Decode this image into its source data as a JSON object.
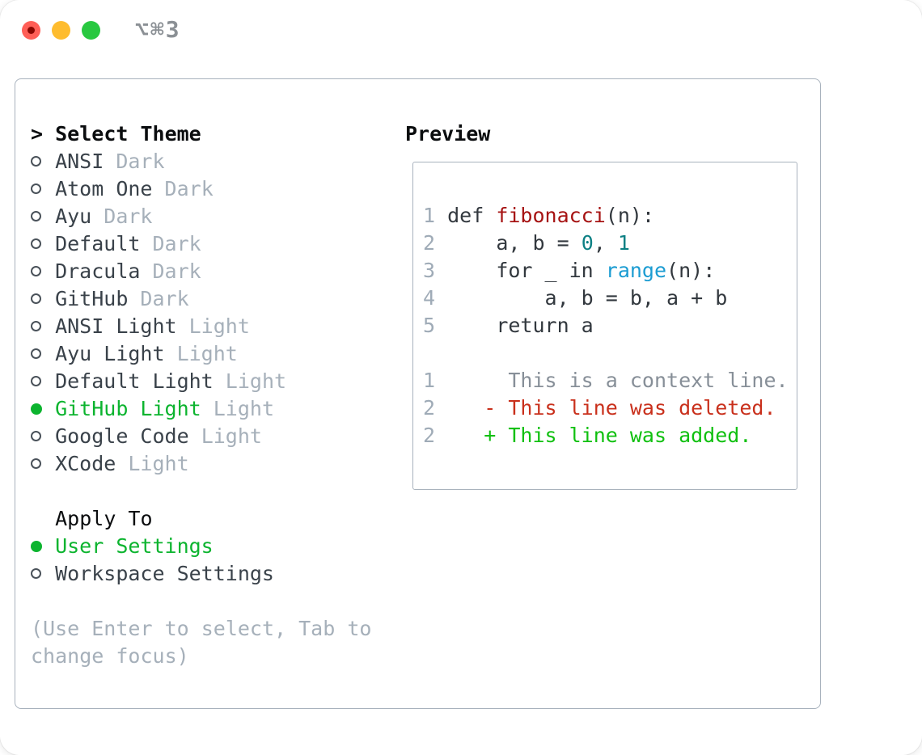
{
  "window": {
    "title": "⌥⌘3",
    "traffic_lights": {
      "close": "#ff5f57",
      "close_dot": "#8a0701",
      "minimize": "#febc2e",
      "maximize": "#28c840"
    }
  },
  "colors": {
    "panel_border": "#a8b2bd",
    "text_primary": "#0b0d0f",
    "item_name": "#3a424a",
    "muted": "#a6b0ba",
    "line_number": "#9fabb7",
    "context": "#878f98",
    "selected_green": "#0cb42f",
    "added_green": "#10c010",
    "deleted_red": "#c9301c",
    "function_red": "#a61313",
    "builtin_blue": "#1b9cd2",
    "number_teal": "#0d8084",
    "code_text": "#32383e",
    "bullet_outline": "#4a525a",
    "window_title": "#8b9095"
  },
  "theme_picker": {
    "prompt": "> ",
    "title": "Select Theme",
    "items": [
      {
        "name": "ANSI",
        "tag": "Dark",
        "selected": false
      },
      {
        "name": "Atom One",
        "tag": "Dark",
        "selected": false
      },
      {
        "name": "Ayu",
        "tag": "Dark",
        "selected": false
      },
      {
        "name": "Default",
        "tag": "Dark",
        "selected": false
      },
      {
        "name": "Dracula",
        "tag": "Dark",
        "selected": false
      },
      {
        "name": "GitHub",
        "tag": "Dark",
        "selected": false
      },
      {
        "name": "ANSI Light",
        "tag": "Light",
        "selected": false
      },
      {
        "name": "Ayu Light",
        "tag": "Light",
        "selected": false
      },
      {
        "name": "Default Light",
        "tag": "Light",
        "selected": false
      },
      {
        "name": "GitHub Light",
        "tag": "Light",
        "selected": true
      },
      {
        "name": "Google Code",
        "tag": "Light",
        "selected": false
      },
      {
        "name": "XCode",
        "tag": "Light",
        "selected": false
      }
    ],
    "apply_to": {
      "title": "Apply To",
      "options": [
        {
          "name": "User Settings",
          "selected": true
        },
        {
          "name": "Workspace Settings",
          "selected": false
        }
      ]
    },
    "hint": "(Use Enter to select, Tab to change focus)"
  },
  "preview": {
    "title": "Preview",
    "lines": [
      {
        "num": "1",
        "segments": [
          [
            "def ",
            "code_text"
          ],
          [
            "fibonacci",
            "function_red"
          ],
          [
            "(n):",
            "code_text"
          ]
        ]
      },
      {
        "num": "2",
        "segments": [
          [
            "    a, b = ",
            "code_text"
          ],
          [
            "0",
            "number_teal"
          ],
          [
            ", ",
            "code_text"
          ],
          [
            "1",
            "number_teal"
          ]
        ]
      },
      {
        "num": "3",
        "segments": [
          [
            "    for _ in ",
            "code_text"
          ],
          [
            "range",
            "builtin_blue"
          ],
          [
            "(n):",
            "code_text"
          ]
        ]
      },
      {
        "num": "4",
        "segments": [
          [
            "        a, b = b, a + b",
            "code_text"
          ]
        ]
      },
      {
        "num": "5",
        "segments": [
          [
            "    return a",
            "code_text"
          ]
        ]
      },
      {
        "num": "",
        "segments": []
      },
      {
        "num": "1",
        "segments": [
          [
            "     This is a context line.",
            "context"
          ]
        ]
      },
      {
        "num": "2",
        "segments": [
          [
            "   - This line was deleted.",
            "deleted_red"
          ]
        ]
      },
      {
        "num": "2",
        "segments": [
          [
            "   + This line was added.",
            "added_green"
          ]
        ]
      }
    ]
  }
}
